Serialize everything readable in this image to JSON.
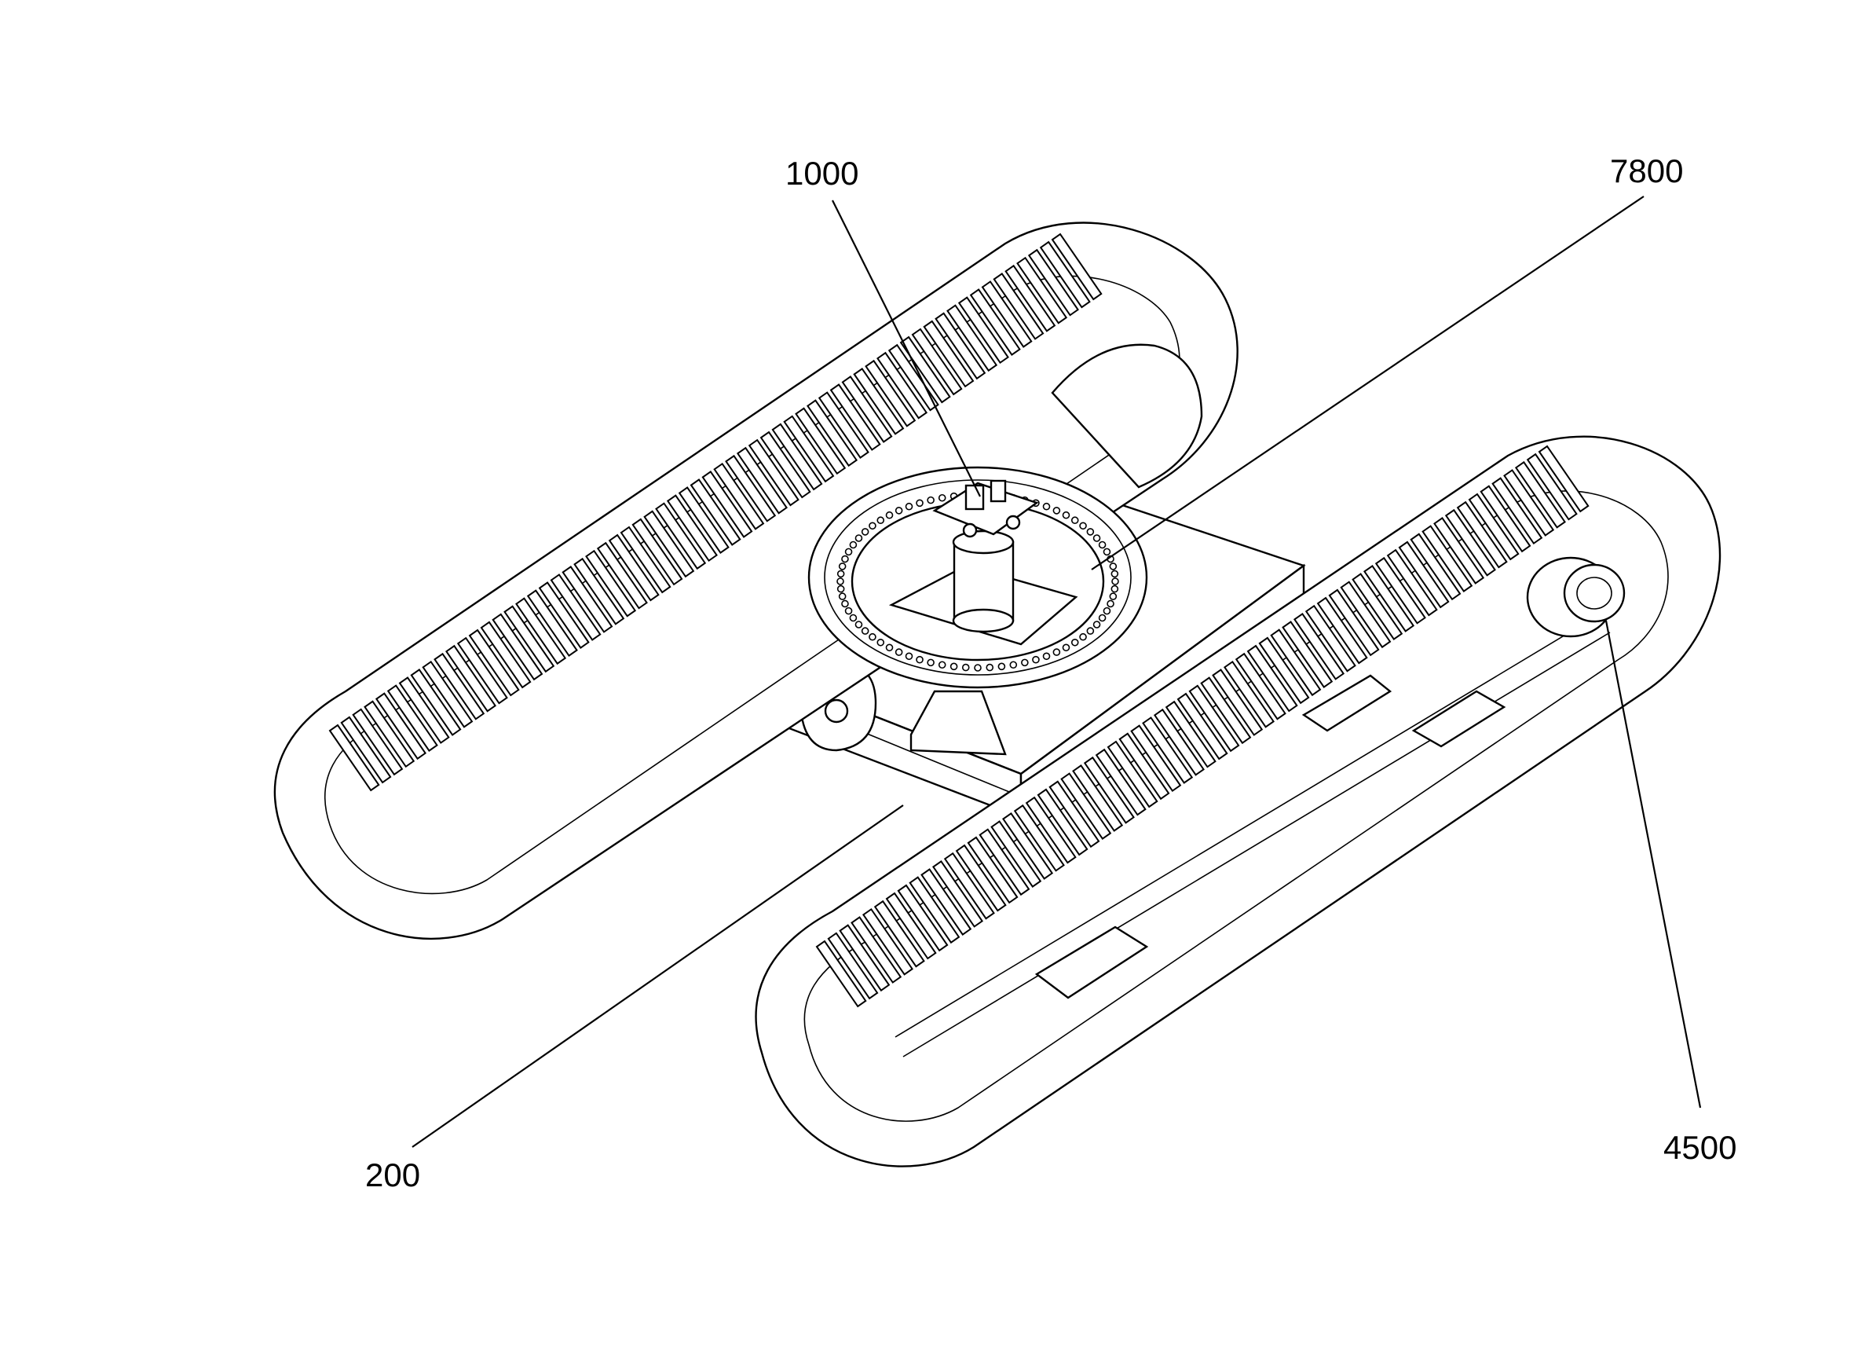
{
  "diagram": {
    "callouts": [
      {
        "id": "label-1000",
        "text": "1000"
      },
      {
        "id": "label-7800",
        "text": "7800"
      },
      {
        "id": "label-200",
        "text": "200"
      },
      {
        "id": "label-4500",
        "text": "4500"
      }
    ]
  }
}
